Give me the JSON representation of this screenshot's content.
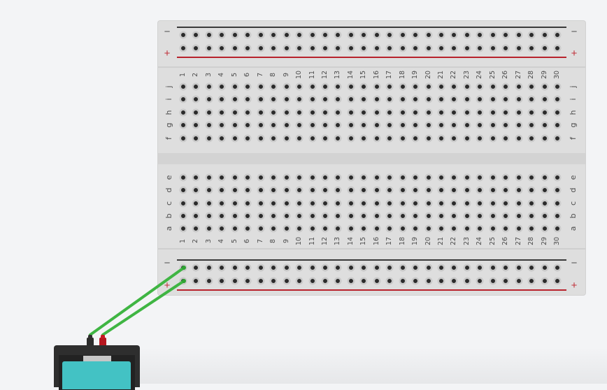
{
  "canvas": {
    "background": "#f3f4f6"
  },
  "breadboard": {
    "columns": [
      "1",
      "2",
      "3",
      "4",
      "5",
      "6",
      "7",
      "8",
      "9",
      "10",
      "11",
      "12",
      "13",
      "14",
      "15",
      "16",
      "17",
      "18",
      "19",
      "20",
      "21",
      "22",
      "23",
      "24",
      "25",
      "26",
      "27",
      "28",
      "29",
      "30"
    ],
    "top_rows": [
      "j",
      "i",
      "h",
      "g",
      "f"
    ],
    "bottom_rows": [
      "e",
      "d",
      "c",
      "b",
      "a"
    ],
    "rail_signs": {
      "negative": "−",
      "positive": "+"
    },
    "colors": {
      "board": "#dedede",
      "negative_rail": "#3a3a3a",
      "positive_rail": "#b8232d",
      "hole": "#2b2b2b"
    }
  },
  "wires": [
    {
      "name": "negative-wire",
      "color": "#3fb543",
      "from": "battery-negative-terminal",
      "to": "bottom-rail-negative-col-1"
    },
    {
      "name": "positive-wire",
      "color": "#3fb543",
      "from": "battery-positive-terminal",
      "to": "bottom-rail-positive-col-1"
    }
  ],
  "battery": {
    "body_color": "#2e2e2e",
    "screen_color": "#43c2c4",
    "terminals": {
      "negative_color": "#2b2b2b",
      "positive_color": "#b5161f"
    }
  }
}
